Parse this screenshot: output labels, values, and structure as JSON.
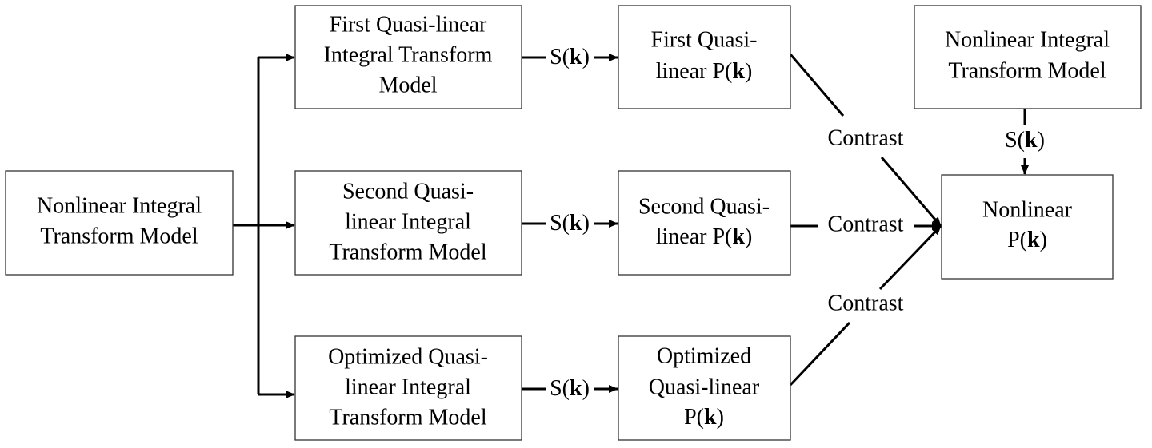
{
  "nodes": {
    "source": {
      "lines": [
        "Nonlinear Integral",
        "Transform Model"
      ]
    },
    "first_model": {
      "lines": [
        "First Quasi-linear",
        "Integral Transform",
        "Model"
      ]
    },
    "second_model": {
      "lines": [
        "Second Quasi-",
        "linear Integral",
        "Transform Model"
      ]
    },
    "optimized_model": {
      "lines": [
        "Optimized Quasi-",
        "linear Integral",
        "Transform Model"
      ]
    },
    "first_p": {
      "lines": [
        "First Quasi-"
      ],
      "last_prefix": "linear P(",
      "last_bold": "k",
      "last_suffix": ")"
    },
    "second_p": {
      "lines": [
        "Second Quasi-"
      ],
      "last_prefix": "linear P(",
      "last_bold": "k",
      "last_suffix": ")"
    },
    "optimized_p": {
      "lines": [
        "Optimized",
        "Quasi-linear"
      ],
      "last_prefix": "P(",
      "last_bold": "k",
      "last_suffix": ")"
    },
    "nonlinear_model": {
      "lines": [
        "Nonlinear Integral",
        "Transform Model"
      ]
    },
    "nonlinear_p": {
      "lines": [
        "Nonlinear"
      ],
      "last_prefix": "P(",
      "last_bold": "k",
      "last_suffix": ")"
    }
  },
  "edge_labels": {
    "s_prefix": "S(",
    "s_bold": "k",
    "s_suffix": ")",
    "contrast": "Contrast"
  }
}
